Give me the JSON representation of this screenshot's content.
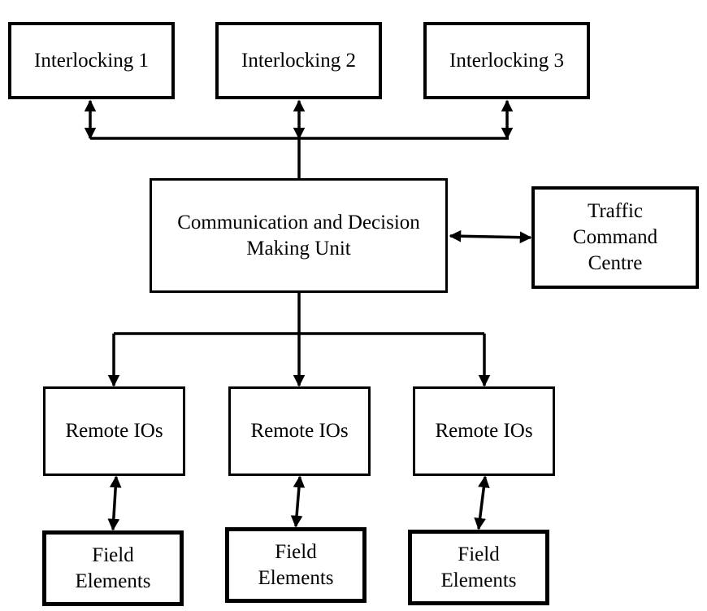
{
  "interlockings": [
    {
      "label": "Interlocking 1"
    },
    {
      "label": "Interlocking 2"
    },
    {
      "label": "Interlocking 3"
    }
  ],
  "central_unit": {
    "lines": [
      "Communication and Decision",
      "Making Unit"
    ]
  },
  "traffic_centre": {
    "lines": [
      "Traffic",
      "Command",
      "Centre"
    ]
  },
  "remote_ios": [
    {
      "label": "Remote IOs"
    },
    {
      "label": "Remote IOs"
    },
    {
      "label": "Remote IOs"
    }
  ],
  "field_elements": [
    {
      "lines": [
        "Field",
        "Elements"
      ]
    },
    {
      "lines": [
        "Field",
        "Elements"
      ]
    },
    {
      "lines": [
        "Field",
        "Elements"
      ]
    }
  ],
  "colors": {
    "stroke": "#000000",
    "background": "#ffffff"
  }
}
